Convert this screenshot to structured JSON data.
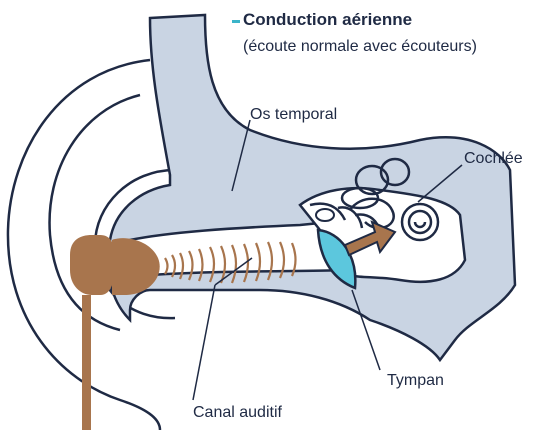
{
  "title": "Conduction aérienne",
  "subtitle": "(écoute normale avec écouteurs)",
  "labels": {
    "os_temporal": "Os temporal",
    "cochlee": "Cochlée",
    "tympan": "Tympan",
    "canal_auditif": "Canal auditif"
  },
  "colors": {
    "outline": "#1f2a44",
    "bone": "#c9d4e3",
    "eardrum": "#5cc7dd",
    "earphone": "#a8754d",
    "arrow": "#a8754d"
  }
}
